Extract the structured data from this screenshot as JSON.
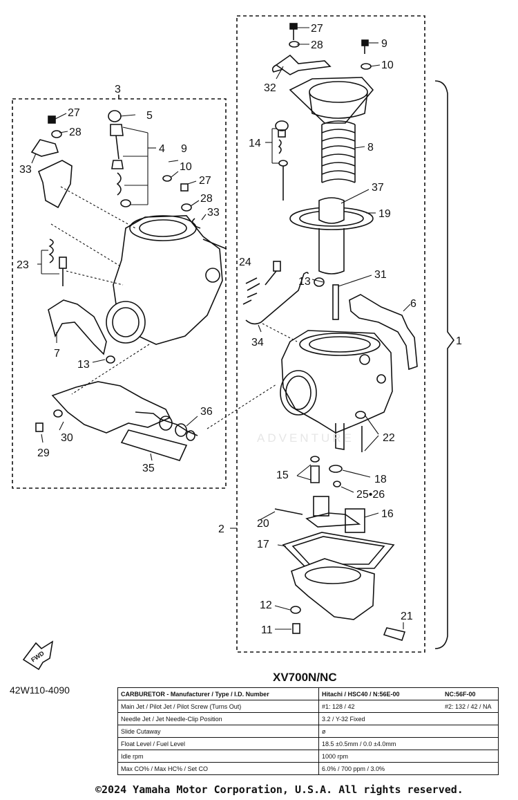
{
  "diagram": {
    "group_labels": {
      "g1": "1",
      "g2": "2",
      "g3": "3"
    },
    "callouts": {
      "c27a": "27",
      "c28a": "28",
      "c9a": "9",
      "c10a": "10",
      "c32": "32",
      "c8": "8",
      "c14": "14",
      "c37": "37",
      "c19": "19",
      "c24": "24",
      "c31": "31",
      "c13a": "13",
      "c6": "6",
      "c34": "34",
      "c22": "22",
      "c15": "15",
      "c18": "18",
      "c2526": "25•26",
      "c20": "20",
      "c16": "16",
      "c17": "17",
      "c12": "12",
      "c11": "11",
      "c21": "21",
      "c5": "5",
      "c27b": "27",
      "c28b": "28",
      "c4": "4",
      "c33a": "33",
      "c9b": "9",
      "c10b": "10",
      "c27c": "27",
      "c28c": "28",
      "c33b": "33",
      "c23": "23",
      "c7": "7",
      "c13b": "13",
      "c36": "36",
      "c30": "30",
      "c29": "29",
      "c35": "35"
    },
    "fwd_label": "FWD",
    "watermark": "ADVENTURE"
  },
  "model_title": "XV700N/NC",
  "part_number": "42W110-4090",
  "spec_table": {
    "header": {
      "label": "CARBURETOR - Manufacturer / Type / I.D. Number",
      "value": "Hitachi / HSC40 / N:56E-00",
      "value2": "NC:56F-00"
    },
    "rows": [
      {
        "label": "Main Jet / Pilot Jet / Pilot Screw (Turns Out)",
        "value": "#1: 128 / 42",
        "value2": "#2: 132 / 42 / NA"
      },
      {
        "label": "Needle Jet / Jet Needle-Clip Position",
        "value": "3.2 / Y-32 Fixed",
        "value2": ""
      },
      {
        "label": "Slide Cutaway",
        "value": "ø",
        "value2": ""
      },
      {
        "label": "Float Level / Fuel Level",
        "value": "18.5 ±0.5mm / 0.0 ±4.0mm",
        "value2": ""
      },
      {
        "label": "Idle rpm",
        "value": "1000 rpm",
        "value2": ""
      },
      {
        "label": "Max CO% / Max HC% / Set CO",
        "value": "6.0% / 700 ppm / 3.0%",
        "value2": ""
      }
    ]
  },
  "copyright": "©2024 Yamaha Motor Corporation, U.S.A. All rights reserved."
}
